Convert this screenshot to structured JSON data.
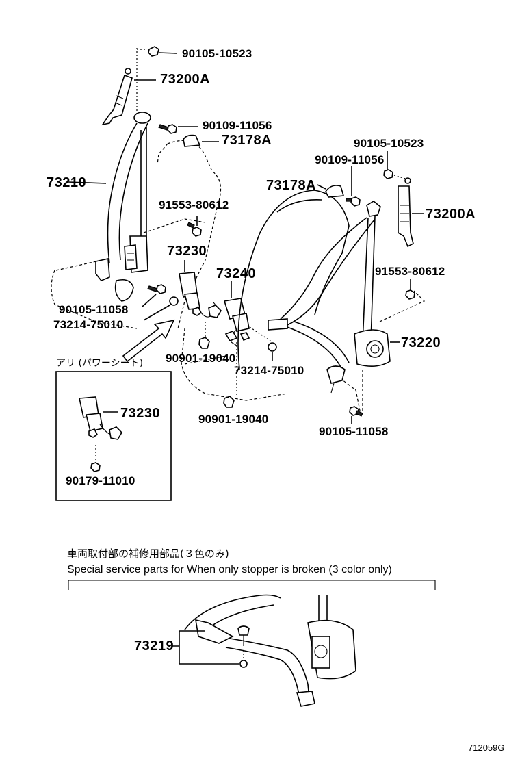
{
  "diagram": {
    "labels": {
      "p_90105_10523_a": "90105-10523",
      "p_73200A_a": "73200A",
      "p_90109_11056_a": "90109-11056",
      "p_73178A_a": "73178A",
      "p_73210": "73210",
      "p_91553_80612_a": "91553-80612",
      "p_73230_a": "73230",
      "p_73240": "73240",
      "p_90105_11058_a": "90105-11058",
      "p_73214_75010_a": "73214-75010",
      "p_90901_19040_a": "90901-19040",
      "p_73214_75010_b": "73214-75010",
      "p_90901_19040_b": "90901-19040",
      "p_90105_10523_b": "90105-10523",
      "p_90109_11056_b": "90109-11056",
      "p_73178A_b": "73178A",
      "p_73200A_b": "73200A",
      "p_91553_80612_b": "91553-80612",
      "p_73220": "73220",
      "p_90105_11058_b": "90105-11058",
      "p_73230_b": "73230",
      "p_90179_11010": "90179-11010",
      "p_73219": "73219"
    },
    "inset_title": "アリ (パワーシート)",
    "service_note_jp": "車両取付部の補修用部品(３色のみ)",
    "service_note_en": "Special service parts for When only stopper is broken (3 color only)",
    "figure_code": "712059G"
  }
}
